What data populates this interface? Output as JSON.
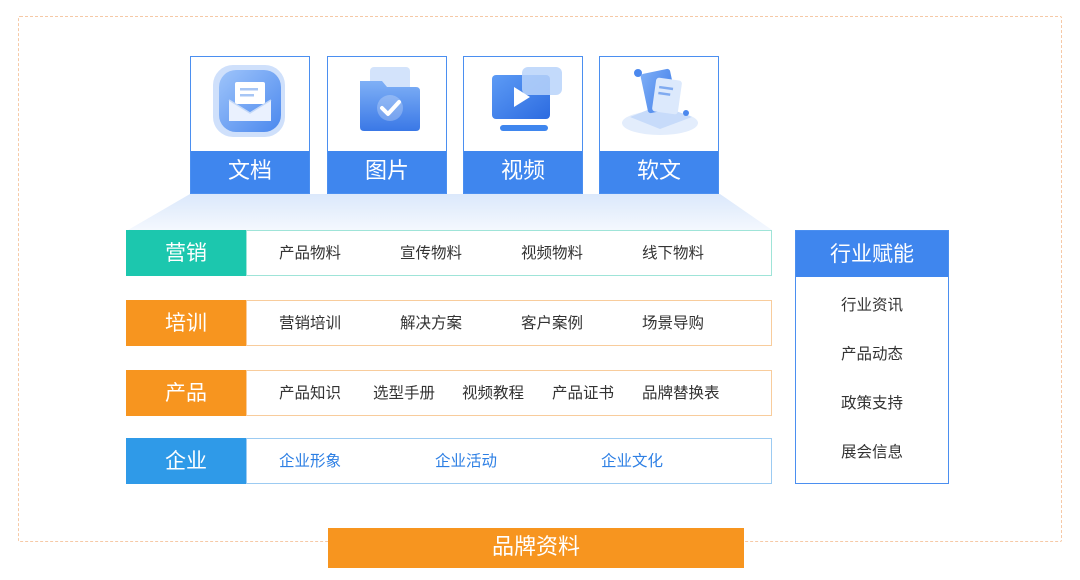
{
  "cards": [
    {
      "label": "文档",
      "icon": "document-icon"
    },
    {
      "label": "图片",
      "icon": "image-folder-icon"
    },
    {
      "label": "视频",
      "icon": "video-icon"
    },
    {
      "label": "软文",
      "icon": "article-icon"
    }
  ],
  "rows": [
    {
      "tag": "营销",
      "color": "#1cc7ae",
      "border": "#9fe4d8",
      "items": [
        "产品物料",
        "宣传物料",
        "视频物料",
        "线下物料"
      ]
    },
    {
      "tag": "培训",
      "color": "#f7951f",
      "border": "#f8cc9c",
      "items": [
        "营销培训",
        "解决方案",
        "客户案例",
        "场景导购"
      ]
    },
    {
      "tag": "产品",
      "color": "#f7951f",
      "border": "#f8cc9c",
      "items": [
        "产品知识",
        "选型手册",
        "视频教程",
        "产品证书",
        "品牌替换表"
      ]
    },
    {
      "tag": "企业",
      "color": "#2f9ae8",
      "border": "#9ccbf2",
      "items": [
        "企业形象",
        "企业活动",
        "企业文化"
      ]
    }
  ],
  "side": {
    "title": "行业赋能",
    "items": [
      "行业资讯",
      "产品动态",
      "政策支持",
      "展会信息"
    ]
  },
  "base": {
    "label": "品牌资料"
  }
}
